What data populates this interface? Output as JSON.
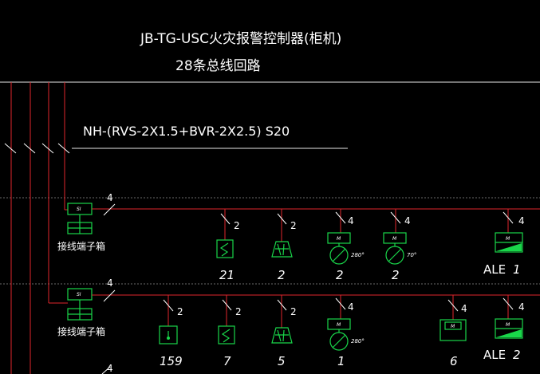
{
  "diagram": {
    "title_line1": "JB-TG-USC火灾报警控制器(柜机)",
    "title_line2": "28条总线回路",
    "cable_spec": "NH-(RVS-2X1.5+BVR-2X2.5) S20",
    "terminal_box_label": "接线端子箱",
    "terminal_box_tag": "SI",
    "module_tag": "M",
    "rows": [
      {
        "bus_count": "4",
        "devices": [
          {
            "type": "smoke-detector",
            "wire_count": "2",
            "qty": "21"
          },
          {
            "type": "heat-detector",
            "wire_count": "2",
            "qty": "2"
          },
          {
            "type": "fire-damper-280",
            "wire_count": "4",
            "qty": "2",
            "temp": "280°"
          },
          {
            "type": "fire-damper-70",
            "wire_count": "4",
            "qty": "2",
            "temp": "70°"
          },
          {
            "type": "alarm-bell",
            "wire_count": "4",
            "label": "ALE",
            "qty": "1"
          }
        ]
      },
      {
        "bus_count": "4",
        "devices": [
          {
            "type": "manual-call-point",
            "wire_count": "2",
            "qty": "159"
          },
          {
            "type": "smoke-detector",
            "wire_count": "2",
            "qty": "7"
          },
          {
            "type": "heat-detector",
            "wire_count": "2",
            "qty": "5"
          },
          {
            "type": "fire-damper-280",
            "wire_count": "4",
            "qty": "1",
            "temp": "280°"
          },
          {
            "type": "input-module",
            "wire_count": "4",
            "qty": "6"
          },
          {
            "type": "alarm-bell",
            "wire_count": "4",
            "label": "ALE",
            "qty": "2"
          }
        ]
      }
    ],
    "bottom_bus_count": "4",
    "colors": {
      "background": "#000000",
      "wire": "#e0262c",
      "symbol": "#19d64a",
      "text": "#ffffff"
    }
  }
}
